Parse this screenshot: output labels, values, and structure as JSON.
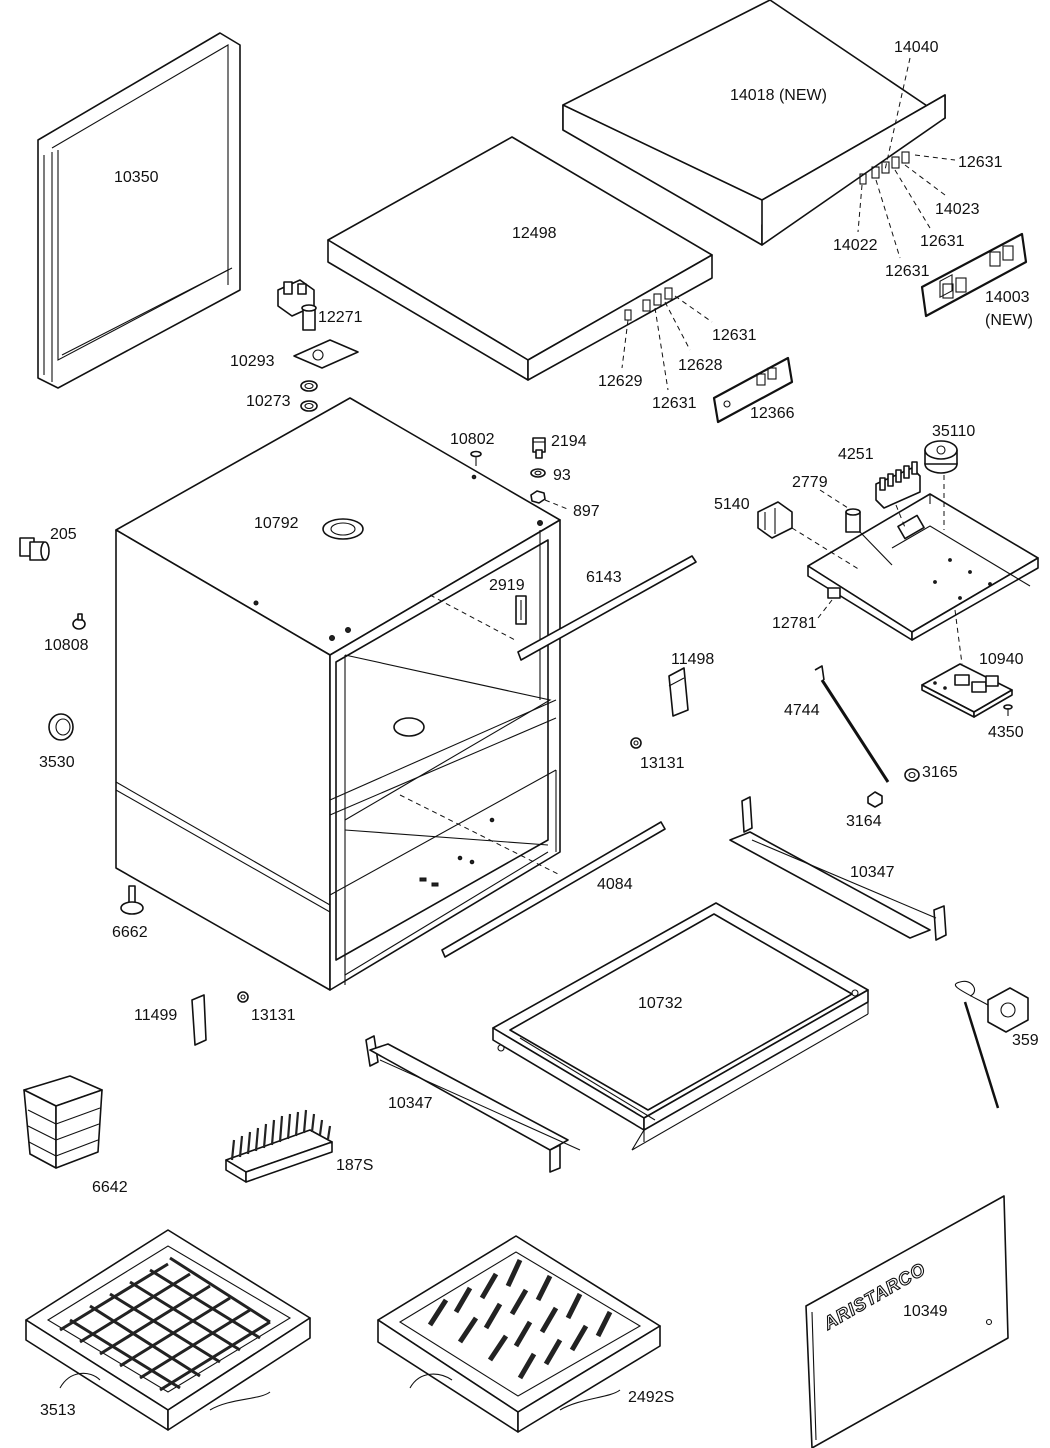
{
  "labels": {
    "l10350": "10350",
    "l12498": "12498",
    "l14018": "14018 (NEW)",
    "l14040": "14040",
    "l12631_a": "12631",
    "l14023": "14023",
    "l12631_b": "12631",
    "l14022": "14022",
    "l12631_c": "12631",
    "l14003": "14003",
    "l14003_new": "(NEW)",
    "l12271": "12271",
    "l10293": "10293",
    "l10273": "10273",
    "l12631_d": "12631",
    "l12628": "12628",
    "l12629": "12629",
    "l12631_e": "12631",
    "l12366": "12366",
    "l10802": "10802",
    "l2194": "2194",
    "l93": "93",
    "l897": "897",
    "l35110": "35110",
    "l4251": "4251",
    "l2779": "2779",
    "l5140": "5140",
    "l205": "205",
    "l10792": "10792",
    "l2919": "2919",
    "l6143": "6143",
    "l10808": "10808",
    "l12781": "12781",
    "l10940": "10940",
    "l11498": "11498",
    "l4744": "4744",
    "l4350": "4350",
    "l3530": "3530",
    "l13131_a": "13131",
    "l3165": "3165",
    "l3164": "3164",
    "l10347_a": "10347",
    "l4084": "4084",
    "l6662": "6662",
    "l10732": "10732",
    "l11499": "11499",
    "l13131_b": "13131",
    "l359": "359",
    "l10347_b": "10347",
    "l6642": "6642",
    "l187s": "187S",
    "l10349": "10349",
    "l3513": "3513",
    "l2492s": "2492S",
    "logo": "ARISTARCO"
  }
}
